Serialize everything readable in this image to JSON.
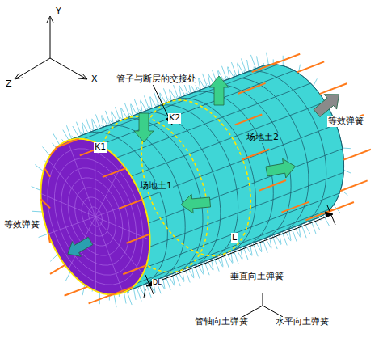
{
  "diagram": {
    "labels": [
      "Y",
      "Z",
      "X",
      "K1",
      "K2",
      "管子与断层的交接处",
      "场地土1",
      "场地土2",
      "等效弹簧",
      "等效弹簧",
      "L",
      "DL",
      "垂直向土弹簧",
      "管轴向土弹簧",
      "水平向土弹簧"
    ]
  }
}
